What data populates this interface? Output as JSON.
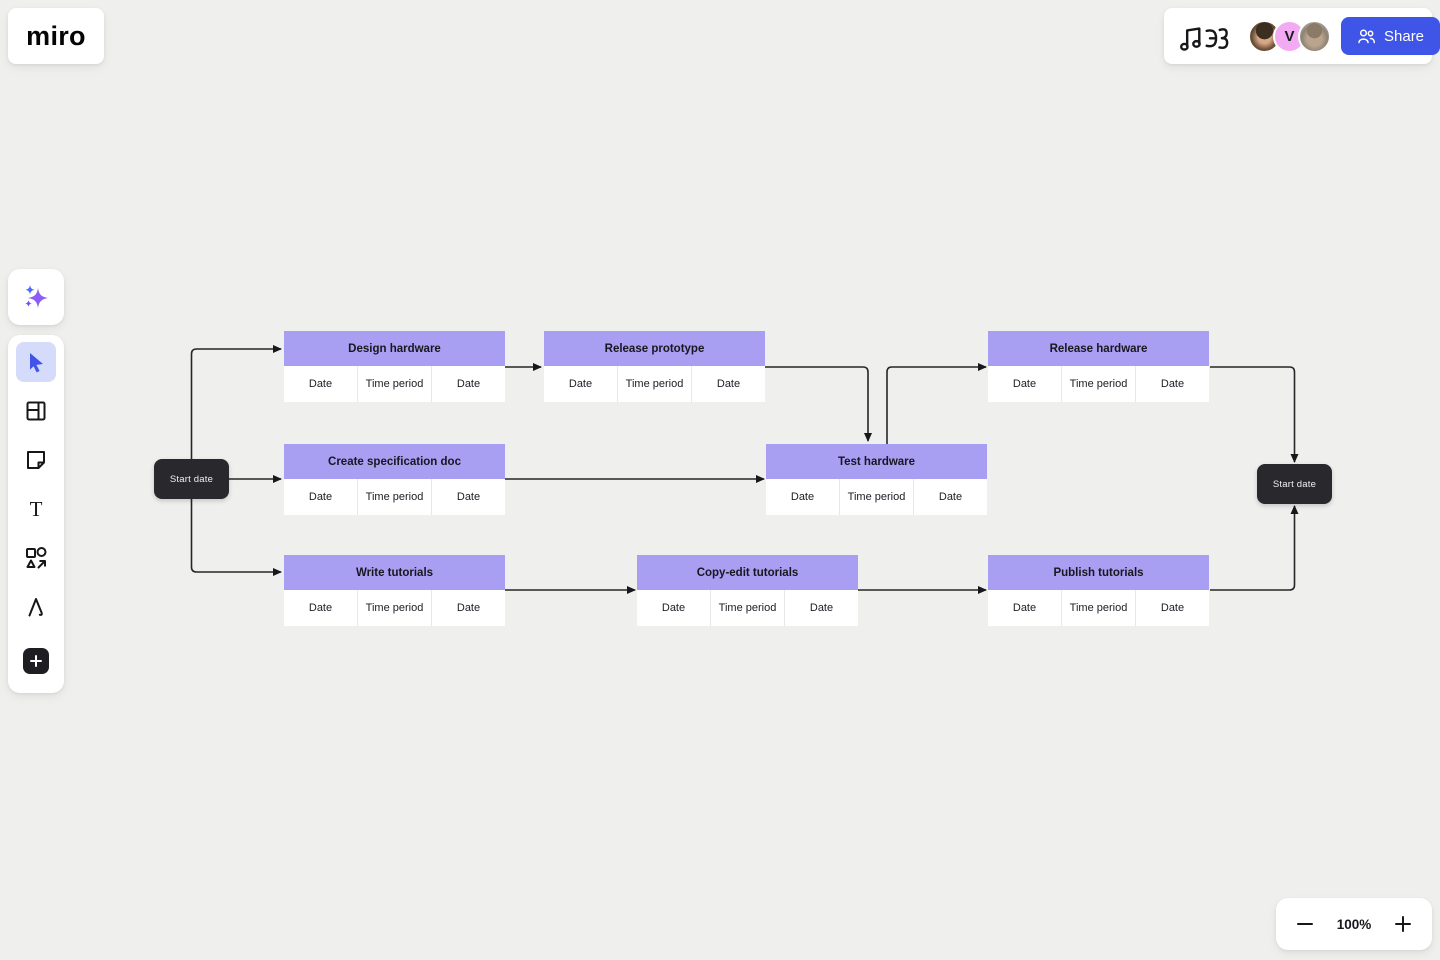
{
  "app": {
    "logo_text": "miro"
  },
  "header": {
    "doodle_icon": "music-notes-doodle",
    "avatars": [
      {
        "type": "photo",
        "name": "collaborator-1"
      },
      {
        "type": "initial",
        "label": "V"
      },
      {
        "type": "photo",
        "name": "collaborator-2"
      }
    ],
    "share_label": "Share",
    "share_icon": "people-icon"
  },
  "toolbar": {
    "items": [
      {
        "icon": "ai-sparkles-icon",
        "selected": false
      },
      {
        "icon": "select-cursor-icon",
        "selected": true
      },
      {
        "icon": "templates-frame-icon",
        "selected": false
      },
      {
        "icon": "sticky-note-icon",
        "selected": false
      },
      {
        "icon": "text-icon",
        "selected": false
      },
      {
        "icon": "shapes-connectors-icon",
        "selected": false
      },
      {
        "icon": "pen-icon",
        "selected": false
      },
      {
        "icon": "plus-icon",
        "selected": false
      }
    ]
  },
  "colors": {
    "canvas_bg": "#EFEFED",
    "task_header_purple": "#A89EF2",
    "milestone_dark": "#28282D",
    "share_blue": "#3E55E8",
    "selected_tool_bg": "#D5DBFA",
    "connector": "#26262A"
  },
  "canvas": {
    "tasks": [
      {
        "id": "design-hardware",
        "title": "Design hardware",
        "cells": [
          "Date",
          "Time period",
          "Date"
        ]
      },
      {
        "id": "release-prototype",
        "title": "Release prototype",
        "cells": [
          "Date",
          "Time period",
          "Date"
        ]
      },
      {
        "id": "release-hardware",
        "title": "Release hardware",
        "cells": [
          "Date",
          "Time period",
          "Date"
        ]
      },
      {
        "id": "create-specification-doc",
        "title": "Create specification doc",
        "cells": [
          "Date",
          "Time period",
          "Date"
        ]
      },
      {
        "id": "test-hardware",
        "title": "Test hardware",
        "cells": [
          "Date",
          "Time period",
          "Date"
        ]
      },
      {
        "id": "write-tutorials",
        "title": "Write tutorials",
        "cells": [
          "Date",
          "Time period",
          "Date"
        ]
      },
      {
        "id": "copy-edit-tutorials",
        "title": "Copy-edit tutorials",
        "cells": [
          "Date",
          "Time period",
          "Date"
        ]
      },
      {
        "id": "publish-tutorials",
        "title": "Publish tutorials",
        "cells": [
          "Date",
          "Time period",
          "Date"
        ]
      }
    ],
    "milestones": [
      {
        "id": "start-date-left",
        "label": "Start date"
      },
      {
        "id": "start-date-right",
        "label": "Start date"
      }
    ],
    "edges": [
      {
        "from": "start-date-left",
        "to": "design-hardware"
      },
      {
        "from": "start-date-left",
        "to": "create-specification-doc"
      },
      {
        "from": "start-date-left",
        "to": "write-tutorials"
      },
      {
        "from": "design-hardware",
        "to": "release-prototype"
      },
      {
        "from": "release-prototype",
        "to": "test-hardware"
      },
      {
        "from": "test-hardware",
        "to": "release-hardware"
      },
      {
        "from": "create-specification-doc",
        "to": "test-hardware"
      },
      {
        "from": "write-tutorials",
        "to": "copy-edit-tutorials"
      },
      {
        "from": "copy-edit-tutorials",
        "to": "publish-tutorials"
      },
      {
        "from": "release-hardware",
        "to": "start-date-right"
      },
      {
        "from": "publish-tutorials",
        "to": "start-date-right"
      }
    ]
  },
  "zoom": {
    "level": "100%"
  }
}
